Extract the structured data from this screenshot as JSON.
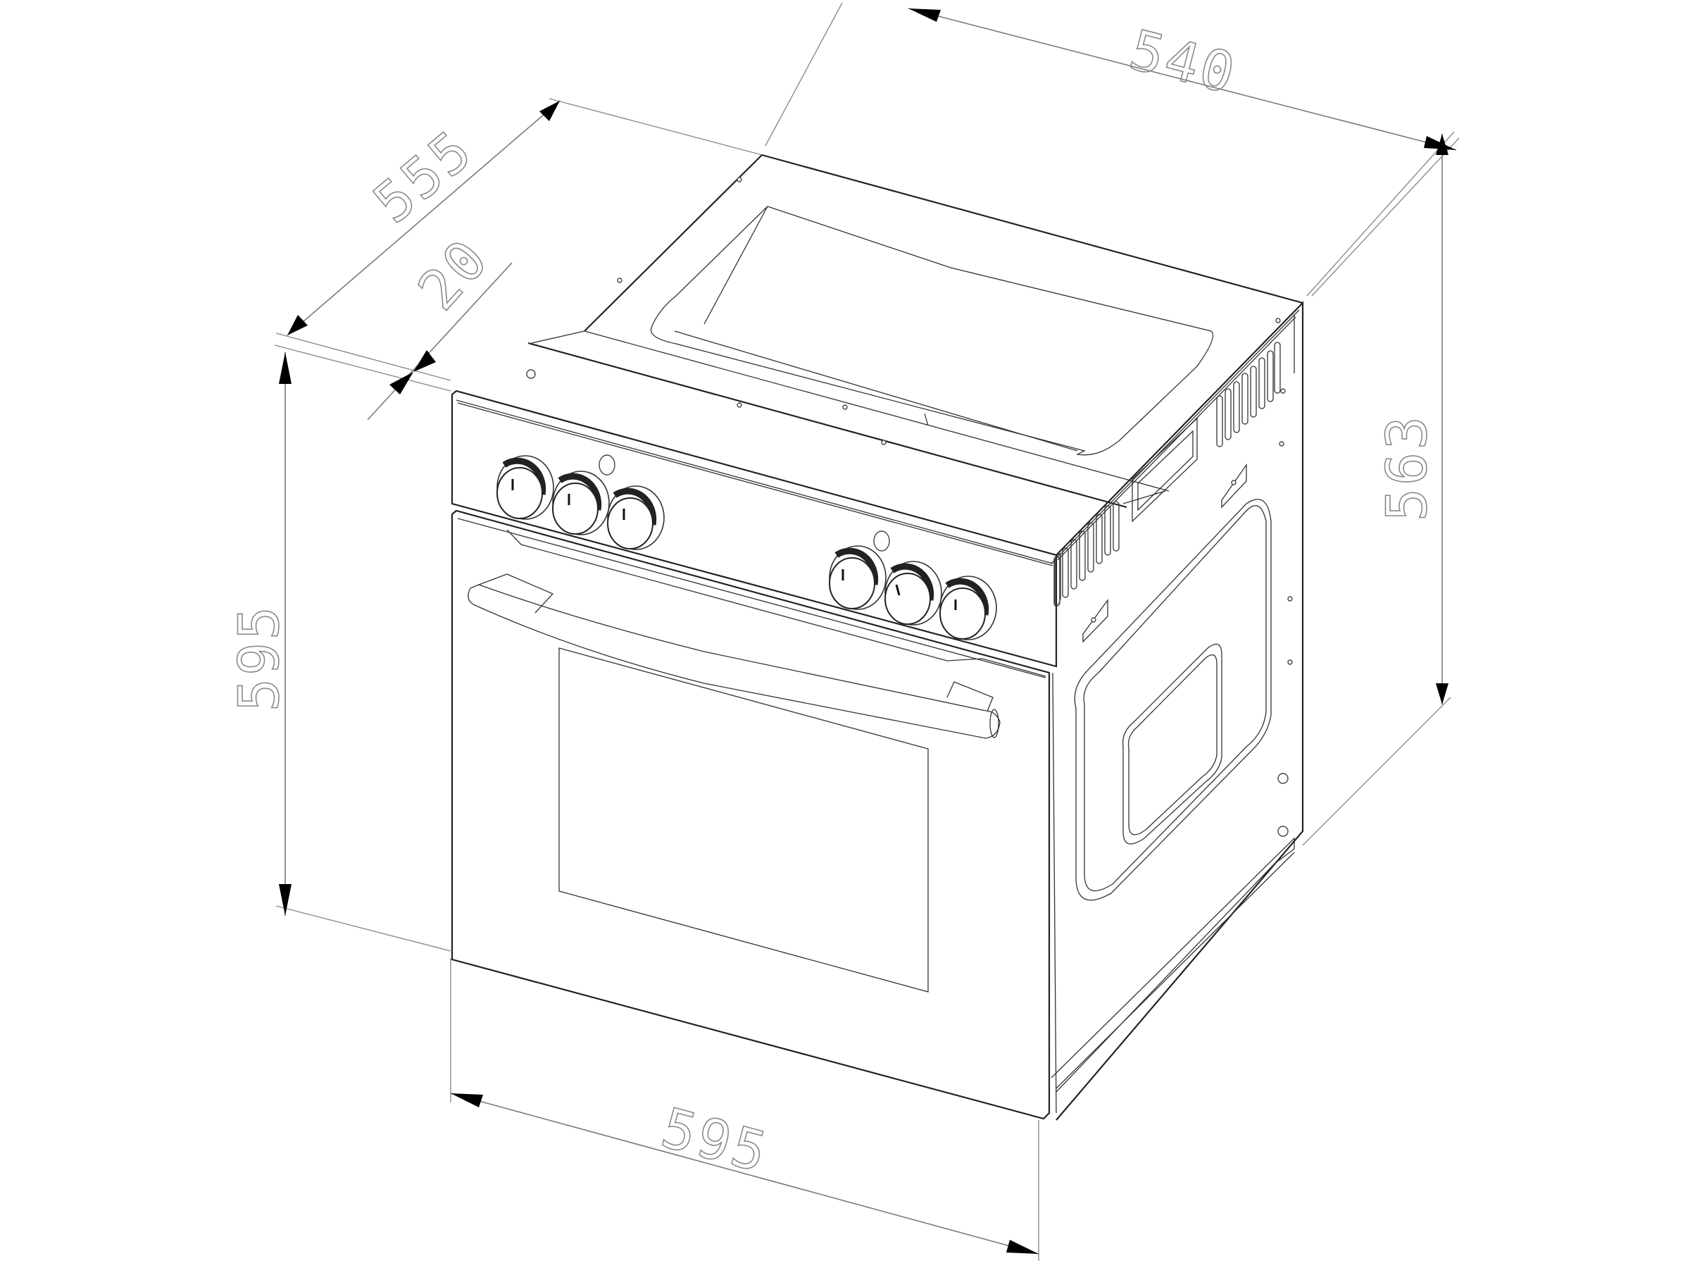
{
  "diagram": {
    "subject": "Built-in oven isometric dimension drawing",
    "units": "mm",
    "line_color": "#222222",
    "dimension_color": "#8a8a8a",
    "arrow_color": "#000000",
    "background": "#ffffff"
  },
  "dimensions": {
    "top_depth": {
      "label": "540",
      "description": "body depth along top-right edge"
    },
    "side_depth": {
      "label": "555",
      "description": "overall depth including front panel"
    },
    "front_panel_thickness": {
      "label": "20",
      "description": "front panel thickness"
    },
    "body_height": {
      "label": "563",
      "description": "body height at rear-right"
    },
    "front_height": {
      "label": "595",
      "description": "front panel height"
    },
    "front_width": {
      "label": "595",
      "description": "front panel width"
    }
  },
  "components": {
    "control_panel": {
      "left_knob_group_count": 3,
      "right_knob_group_count": 3,
      "indicator_lights": 2
    },
    "door": {
      "handle": "bar-handle",
      "window": "glass-window"
    },
    "side_panel": {
      "vent_slots_front": 8,
      "vent_slots_rear": 8,
      "recess": "square-embossed-panel"
    },
    "top": {
      "recess": "top-tray-cutout"
    }
  }
}
